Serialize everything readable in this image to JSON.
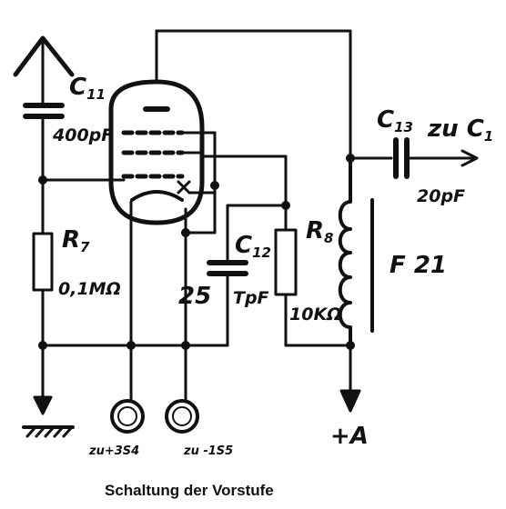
{
  "labels": {
    "c11": "C",
    "c11_sub": "11",
    "c11_value": "400pF",
    "r7": "R",
    "r7_sub": "7",
    "r7_value": "0,1MΩ",
    "c12": "C",
    "c12_sub": "12",
    "c12_value_a": "25",
    "c12_value_b": "TpF",
    "r8": "R",
    "r8_sub": "8",
    "r8_value": "10KΩ",
    "f21": "F 21",
    "c13": "C",
    "c13_sub": "13",
    "c13_value": "20pF",
    "zu_c1": "zu C",
    "zu_c1_sub": "1",
    "supply": "+A",
    "terminal_left": "zu+3S4",
    "terminal_right": "zu -1S5",
    "caption": "Schaltung der Vorstufe"
  }
}
